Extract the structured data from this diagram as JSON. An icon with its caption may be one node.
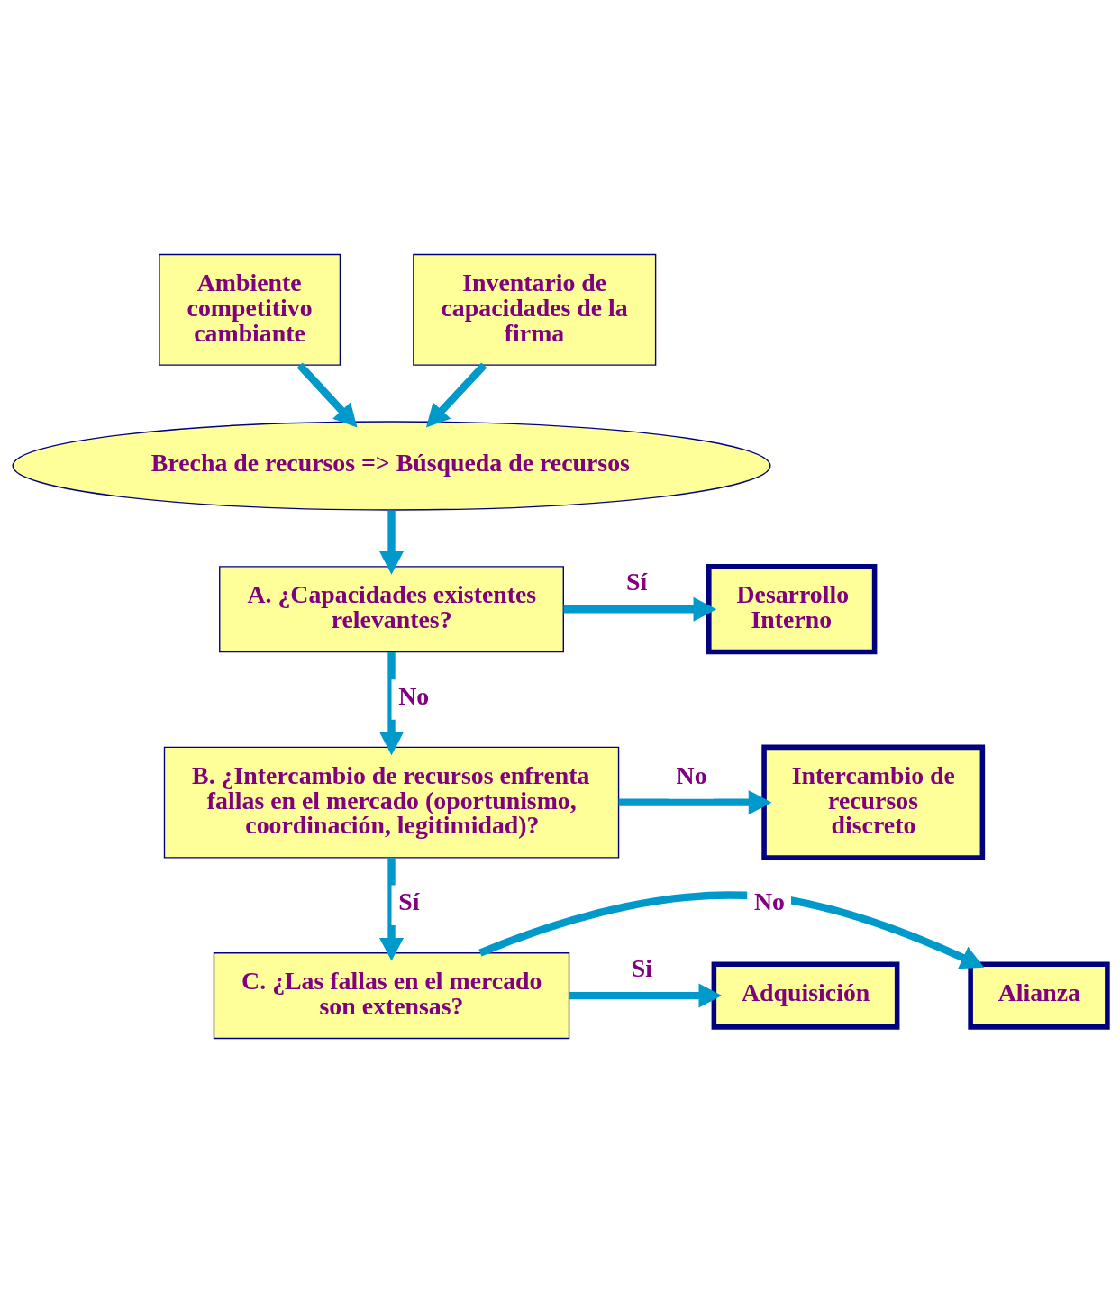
{
  "diagram": {
    "nodes": [
      {
        "text": [
          "Ambiente competitivo cambiante"
        ]
      },
      {
        "text": [
          "Inventario de capacidades de la firma"
        ]
      },
      {
        "text": [
          "Brecha de recursos => Búsqueda de recursos"
        ]
      },
      {
        "text": [
          "A. ¿Capacidades existentes relevantes?"
        ]
      },
      {
        "text": [
          "Desarrollo Interno"
        ]
      },
      {
        "text": [
          "B. ¿Intercambio de recursos enfrenta fallas en el mercado (oportunismo, coordinación, legitimidad)?"
        ]
      },
      {
        "text": [
          "Intercambio de recursos discreto"
        ]
      },
      {
        "text": [
          "C. ¿Las fallas en el mercado son extensas?"
        ]
      },
      {
        "text": [
          "Alianza"
        ]
      },
      {
        "text": [
          "Adquisición"
        ]
      }
    ],
    "edges": [
      {
        "from": 0,
        "to": 2,
        "arrow": "to"
      },
      {
        "from": 1,
        "to": 2,
        "arrow": "to"
      },
      {
        "from": 2,
        "to": 3,
        "arrow": "to"
      },
      {
        "from": 3,
        "to": 4,
        "arrow": "to",
        "label": "Sí"
      },
      {
        "from": 3,
        "to": 5,
        "arrow": "to",
        "label": "No"
      },
      {
        "from": 5,
        "to": 6,
        "arrow": "to",
        "label": "No"
      },
      {
        "from": 5,
        "to": 7,
        "arrow": "to",
        "label": "Sí"
      },
      {
        "from": 7,
        "to": 8,
        "arrow": "to",
        "label": "No"
      },
      {
        "from": 7,
        "to": 9,
        "arrow": "to",
        "label": "Si"
      }
    ]
  }
}
